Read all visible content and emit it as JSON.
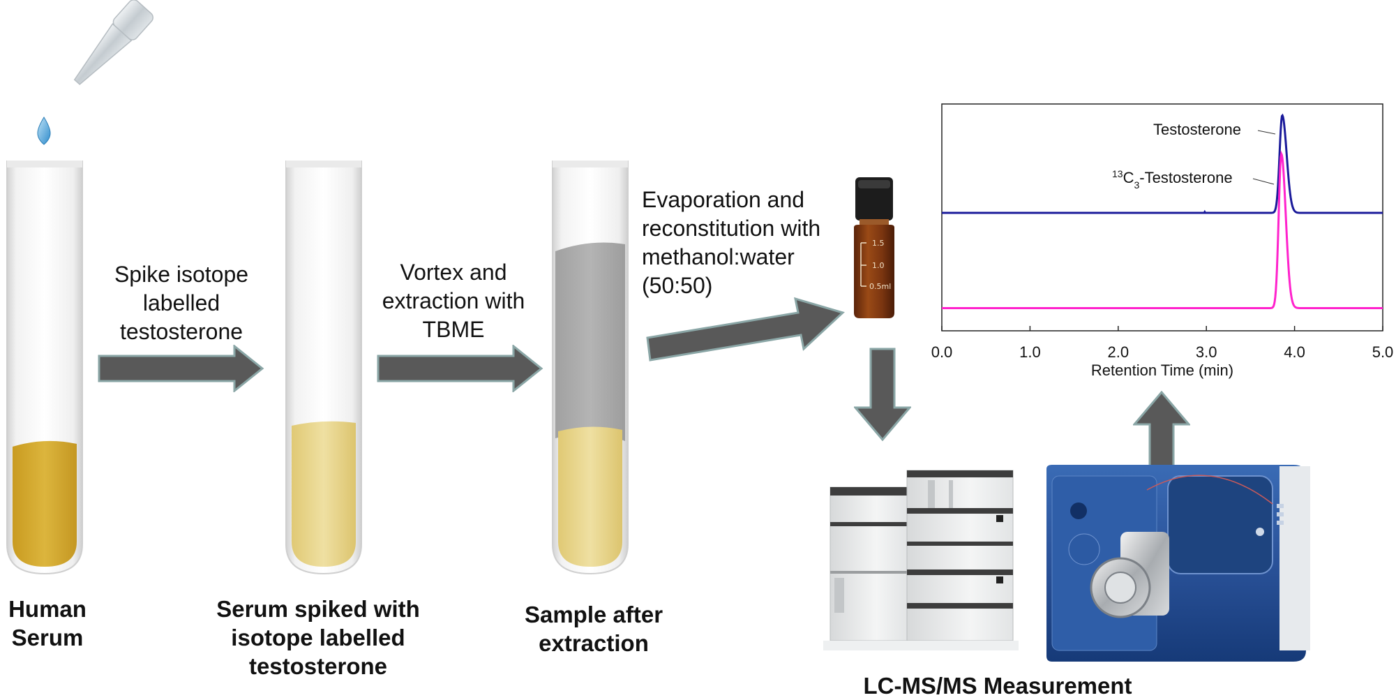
{
  "steps": {
    "spike": [
      "Spike isotope",
      "labelled",
      "testosterone"
    ],
    "vortex": [
      "Vortex and",
      "extraction with",
      "TBME"
    ],
    "evaporation": [
      "Evaporation and",
      "reconstitution with",
      "methanol:water",
      "(50:50)"
    ]
  },
  "captions": {
    "human_serum": [
      "Human",
      "Serum"
    ],
    "serum_spiked": [
      "Serum spiked with",
      "isotope labelled",
      "testosterone"
    ],
    "sample_after": [
      "Sample after",
      "extraction"
    ],
    "lcms": "LC-MS/MS Measurement"
  },
  "vial": {
    "marks": [
      "1.5",
      "1.0",
      "0.5ml"
    ]
  },
  "colors": {
    "serum": "#d8b23c",
    "serum_spiked": "#e8d58a",
    "organic_layer": "#a9a9a9",
    "arrow": "#595959",
    "arrow_outline": "#8aa6a6",
    "vial_glass": "#8a3e10",
    "testosterone_trace": "#1a1a9a",
    "labelled_trace": "#ff22cc"
  },
  "chart_data": {
    "type": "line",
    "xlabel": "Retention Time (min)",
    "ylabel": "",
    "xlim": [
      0.0,
      5.0
    ],
    "xticks": [
      "0.0",
      "1.0",
      "2.0",
      "3.0",
      "4.0",
      "5.0"
    ],
    "grid": false,
    "series": [
      {
        "name": "Testosterone",
        "baseline": 0.52,
        "peak_time": 3.86,
        "peak_height": 0.95
      },
      {
        "name_prefix": "13",
        "name_main": "C",
        "name_sub": "3",
        "name_suffix": "-Testosterone",
        "baseline": 0.1,
        "peak_time": 3.85,
        "peak_height": 0.78
      }
    ],
    "annotations": [
      "Testosterone",
      "13C3-Testosterone"
    ]
  }
}
